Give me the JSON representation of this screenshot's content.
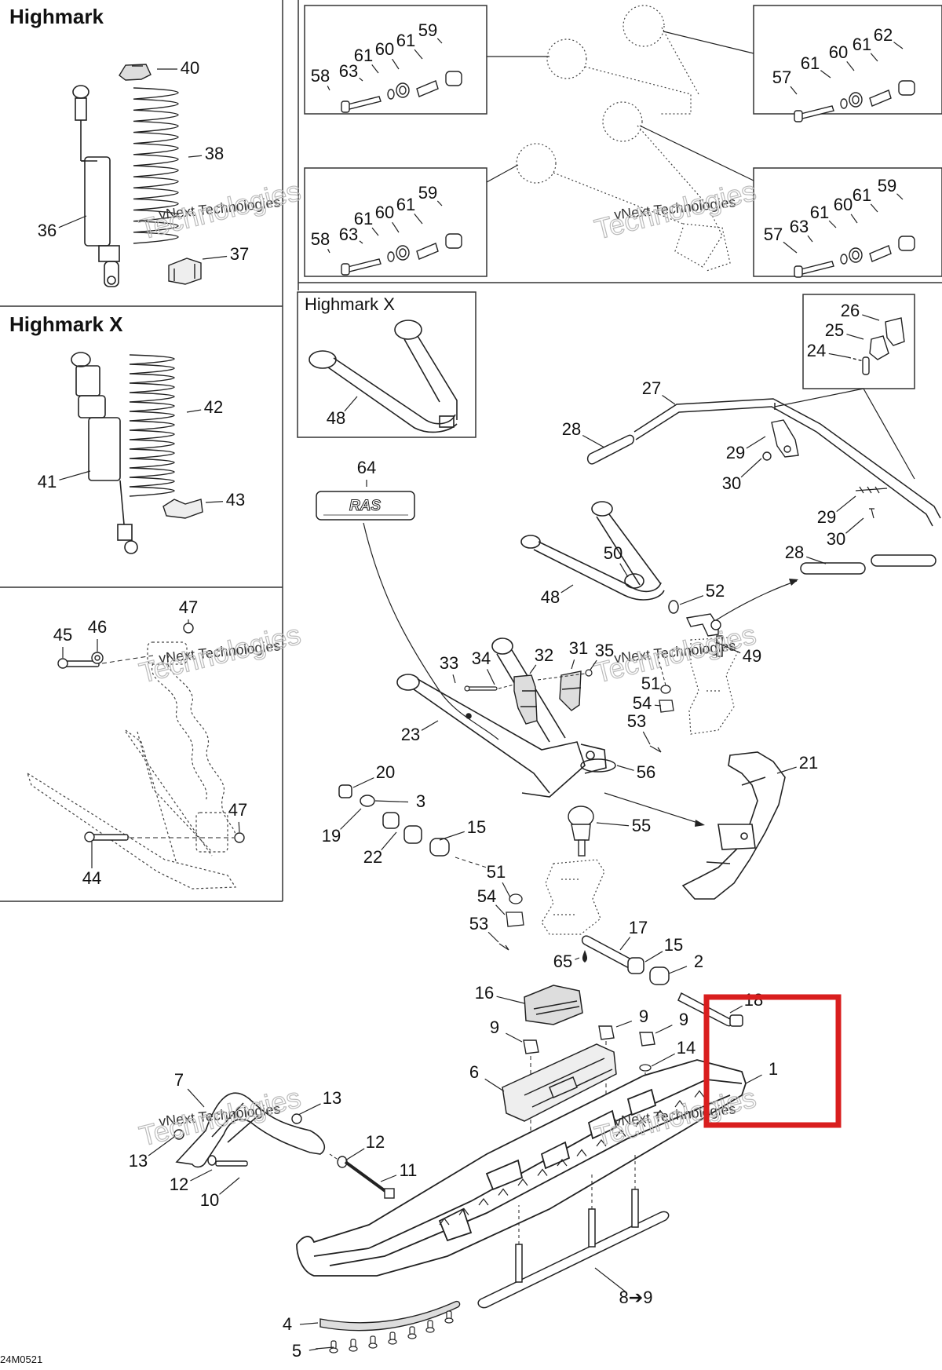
{
  "titles": {
    "panel_a": "Highmark",
    "panel_b": "Highmark X",
    "box_highmark_x": "Highmark X"
  },
  "diagram_code": "24M0521",
  "watermark_line1": "vNext Technologies",
  "watermark_line2": "Technologies",
  "labels": {
    "p40": "40",
    "p38": "38",
    "p36": "36",
    "p37": "37",
    "p42": "42",
    "p41": "41",
    "p43": "43",
    "p45": "45",
    "p46": "46",
    "p47a": "47",
    "p47b": "47",
    "p44": "44",
    "b1_59": "59",
    "b1_61a": "61",
    "b1_60": "60",
    "b1_61b": "61",
    "b1_63": "63",
    "b1_58": "58",
    "b2_62": "62",
    "b2_61a": "61",
    "b2_60": "60",
    "b2_61b": "61",
    "b2_57": "57",
    "b3_59": "59",
    "b3_61a": "61",
    "b3_60": "60",
    "b3_61b": "61",
    "b3_63": "63",
    "b3_58": "58",
    "b4_59": "59",
    "b4_61a": "61",
    "b4_60": "60",
    "b4_61b": "61",
    "b4_63": "63",
    "b4_57": "57",
    "p48a": "48",
    "p26": "26",
    "p25": "25",
    "p24": "24",
    "p27": "27",
    "p28a": "28",
    "p29a": "29",
    "p30a": "30",
    "p29b": "29",
    "p30b": "30",
    "p28b": "28",
    "p64": "64",
    "p50": "50",
    "p48b": "48",
    "p52": "52",
    "p33": "33",
    "p34": "34",
    "p32": "32",
    "p31": "31",
    "p35": "35",
    "p49": "49",
    "p51a": "51",
    "p54a": "54",
    "p53a": "53",
    "p23": "23",
    "p56": "56",
    "p21": "21",
    "p20": "20",
    "p3": "3",
    "p19": "19",
    "p15a": "15",
    "p22": "22",
    "p55": "55",
    "p51b": "51",
    "p54b": "54",
    "p53b": "53",
    "p17": "17",
    "p15b": "15",
    "p65": "65",
    "p2": "2",
    "p16": "16",
    "p18": "18",
    "p9a": "9",
    "p9b": "9",
    "p9c": "9",
    "p14": "14",
    "p6": "6",
    "p1": "1",
    "p7": "7",
    "p13a": "13",
    "p13b": "13",
    "p12a": "12",
    "p12b": "12",
    "p11": "11",
    "p10": "10",
    "p8to9": "8➔9",
    "p4": "4",
    "p5": "5"
  },
  "colors": {
    "ink": "#222222",
    "highlight": "#d91e1e",
    "frame": "#333333"
  }
}
